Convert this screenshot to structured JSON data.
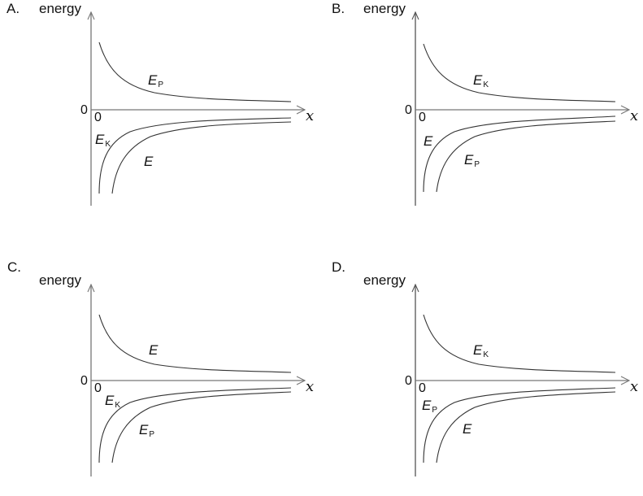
{
  "panels": [
    {
      "letter": "A.",
      "y_axis_label": "energy",
      "x_axis_label": "x",
      "origin_y_label": "0",
      "origin_x_label": "0",
      "upper_curve": {
        "main": "E",
        "sub": "P"
      },
      "lower_inner_curve": {
        "main": "E",
        "sub": "K"
      },
      "lower_outer_curve": {
        "main": "E",
        "sub": ""
      }
    },
    {
      "letter": "B.",
      "y_axis_label": "energy",
      "x_axis_label": "x",
      "origin_y_label": "0",
      "origin_x_label": "0",
      "upper_curve": {
        "main": "E",
        "sub": "K"
      },
      "lower_inner_curve": {
        "main": "E",
        "sub": ""
      },
      "lower_outer_curve": {
        "main": "E",
        "sub": "P"
      }
    },
    {
      "letter": "C.",
      "y_axis_label": "energy",
      "x_axis_label": "x",
      "origin_y_label": "0",
      "origin_x_label": "0",
      "upper_curve": {
        "main": "E",
        "sub": ""
      },
      "lower_inner_curve": {
        "main": "E",
        "sub": "K"
      },
      "lower_outer_curve": {
        "main": "E",
        "sub": "P"
      }
    },
    {
      "letter": "D.",
      "y_axis_label": "energy",
      "x_axis_label": "x",
      "origin_y_label": "0",
      "origin_x_label": "0",
      "upper_curve": {
        "main": "E",
        "sub": "K"
      },
      "lower_inner_curve": {
        "main": "E",
        "sub": "P"
      },
      "lower_outer_curve": {
        "main": "E",
        "sub": ""
      }
    }
  ],
  "colors": {
    "axis": "#777777",
    "curve": "#333333",
    "text": "#111111"
  }
}
